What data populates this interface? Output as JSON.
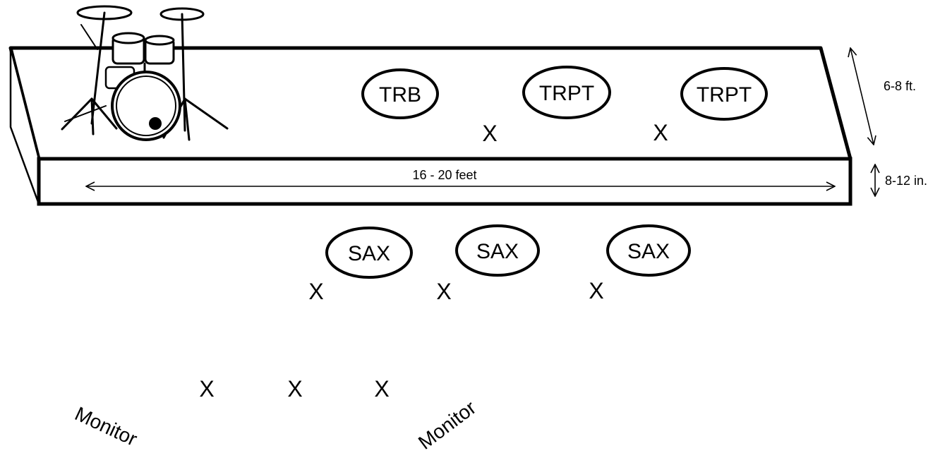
{
  "stage": {
    "width_label": "16 - 20 feet",
    "depth_label": "6-8 ft.",
    "height_label": "8-12 in."
  },
  "instruments": {
    "drums": "drum-kit-icon",
    "back_row": [
      {
        "label": "TRB"
      },
      {
        "label": "TRPT"
      },
      {
        "label": "TRPT"
      }
    ],
    "front_row": [
      {
        "label": "SAX"
      },
      {
        "label": "SAX"
      },
      {
        "label": "SAX"
      }
    ]
  },
  "marks": {
    "stage_x": [
      "X",
      "X"
    ],
    "sax_x": [
      "X",
      "X",
      "X"
    ],
    "bottom_x": [
      "X",
      "X",
      "X"
    ]
  },
  "monitors": {
    "left": "Monitor",
    "right": "Monitor"
  }
}
